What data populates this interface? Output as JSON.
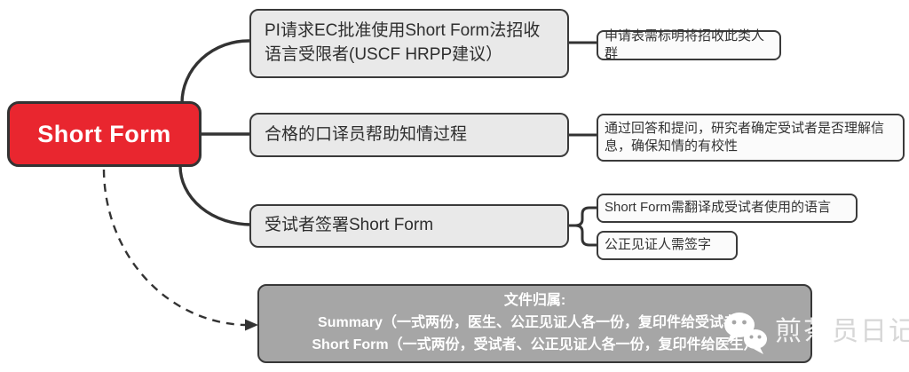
{
  "root": {
    "label": "Short Form"
  },
  "nodes": {
    "step1": {
      "label": "PI请求EC批准使用Short Form法招收语言受限者(USCF HRPP建议）"
    },
    "step2": {
      "label": "合格的口译员帮助知情过程"
    },
    "step3": {
      "label": "受试者签署Short Form"
    },
    "note1": {
      "label": "申请表需标明将招收此类人群"
    },
    "note2": {
      "label": "通过回答和提问，研究者确定受试者是否理解信息，确保知情的有校性"
    },
    "note3a": {
      "label": "Short Form需翻译成受试者使用的语言"
    },
    "note3b": {
      "label": "公正见证人需签字"
    }
  },
  "footer": {
    "title": "文件归属:",
    "line1": "Summary（一式两份，医生、公正见证人各一份，复印件给受试者）",
    "line2": "Short Form（一式两份，受试者、公正见证人各一份，复印件给医生）"
  },
  "watermark": {
    "icon": "wechat-icon",
    "part_on_box": "煎茶",
    "part_off_box": "员日记"
  },
  "colors": {
    "accent": "#e9262f",
    "stepFill": "#e9e9e9",
    "noteFill": "#fbfbfb",
    "footerFill": "#a6a6a6",
    "line": "#333333",
    "ink": "#2e2e2e"
  }
}
